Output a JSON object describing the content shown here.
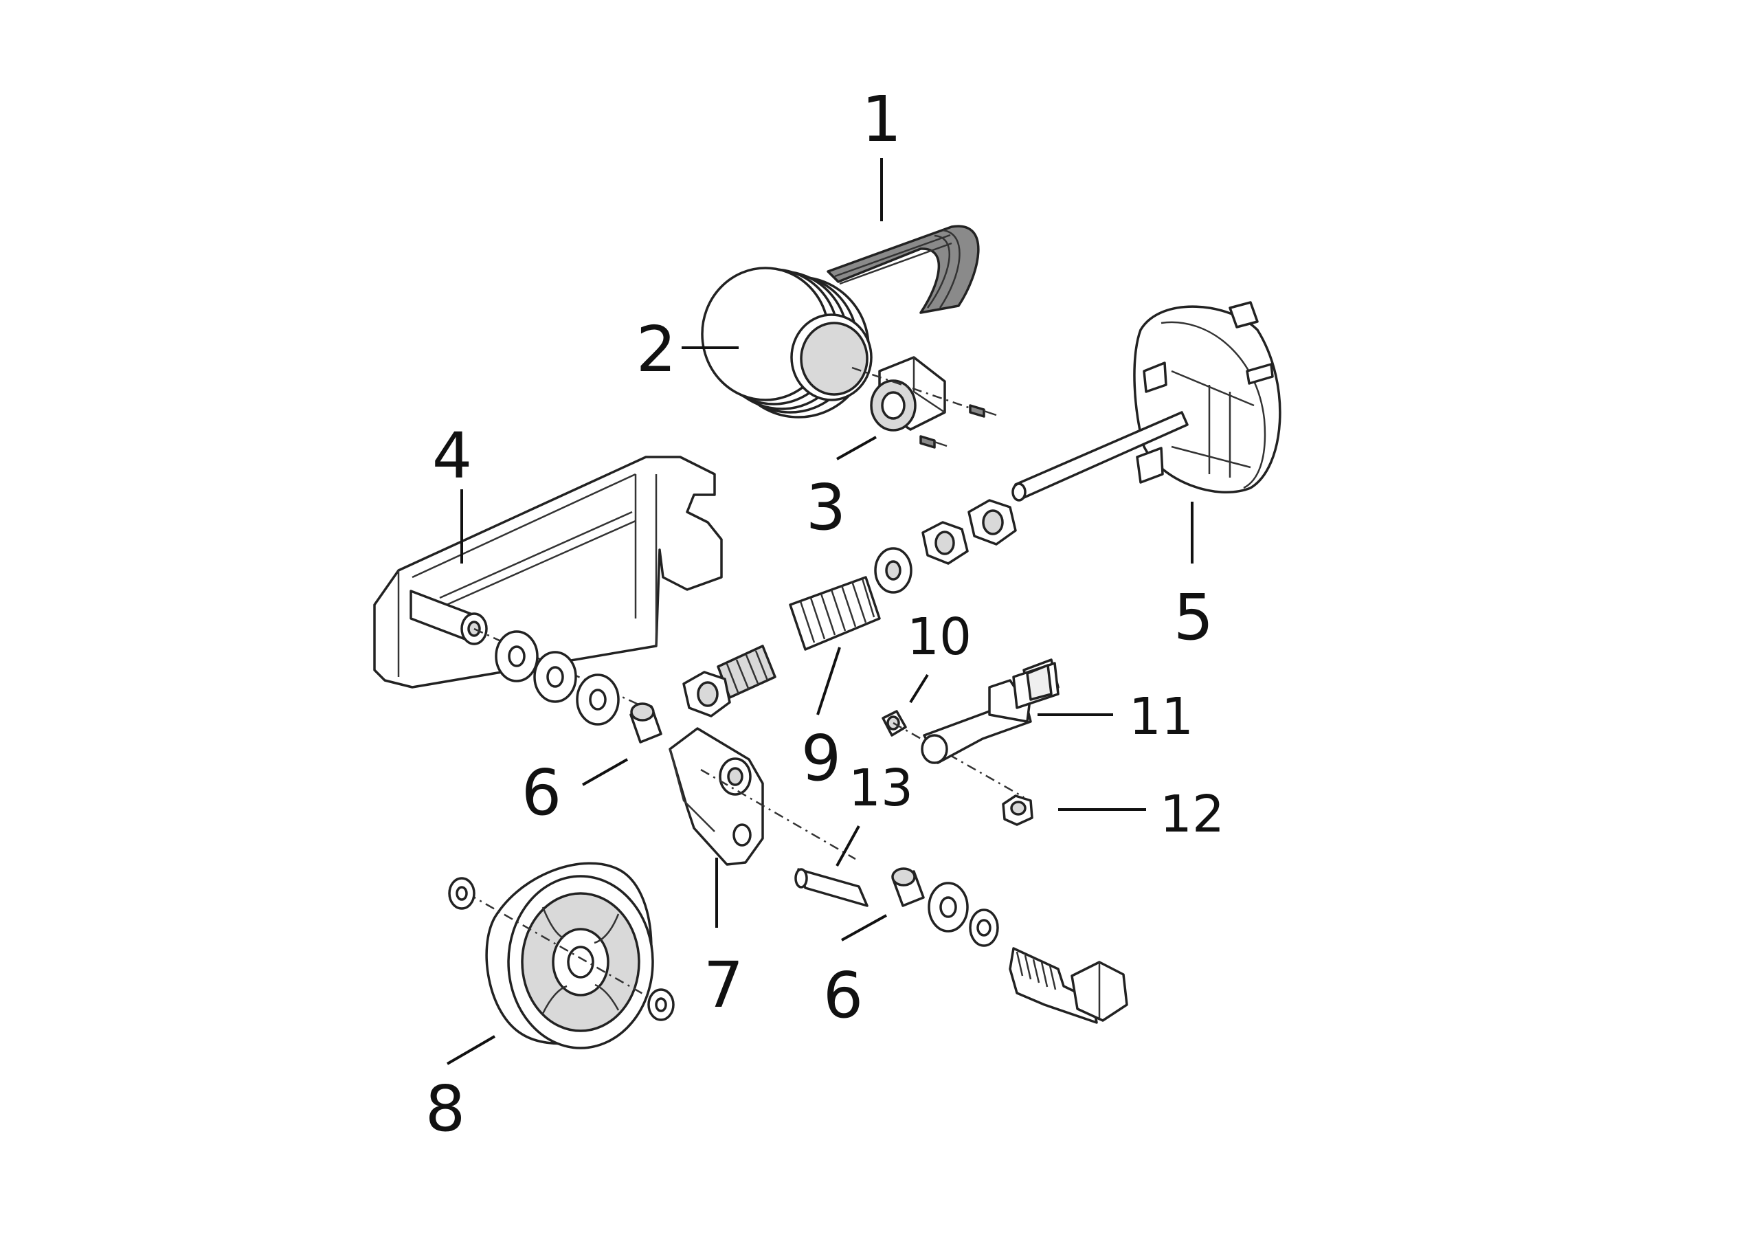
{
  "diagram": {
    "callouts": [
      {
        "id": "1",
        "text": "1"
      },
      {
        "id": "2",
        "text": "2"
      },
      {
        "id": "3",
        "text": "3"
      },
      {
        "id": "4",
        "text": "4"
      },
      {
        "id": "5",
        "text": "5"
      },
      {
        "id": "6a",
        "text": "6"
      },
      {
        "id": "6b",
        "text": "6"
      },
      {
        "id": "7",
        "text": "7"
      },
      {
        "id": "8",
        "text": "8"
      },
      {
        "id": "9",
        "text": "9"
      },
      {
        "id": "10",
        "text": "10"
      },
      {
        "id": "11",
        "text": "11"
      },
      {
        "id": "12",
        "text": "12"
      },
      {
        "id": "13",
        "text": "13"
      }
    ]
  }
}
